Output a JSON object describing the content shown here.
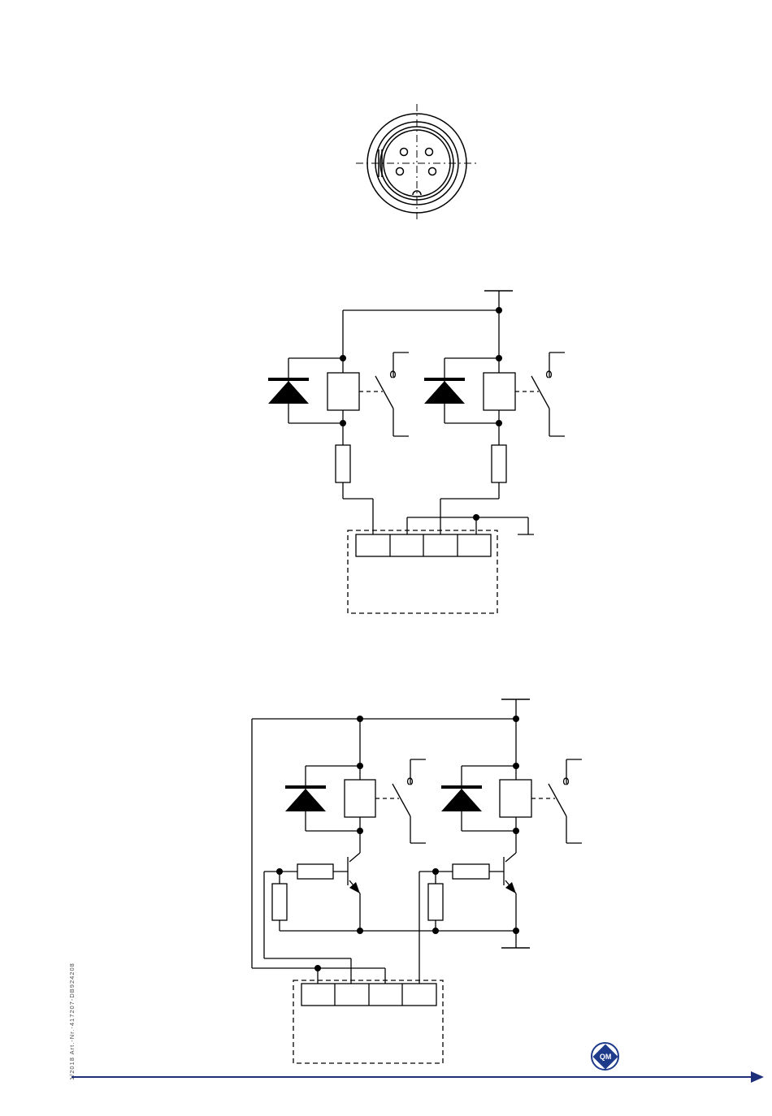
{
  "document": {
    "side_code": "1/2018 Art.-Nr.-417207-DB924208",
    "logo_text": "QM"
  },
  "colors": {
    "line": "#000000",
    "accent": "#1e2f7a",
    "background": "#ffffff"
  },
  "icons": [
    "connector-pinout-icon",
    "relay-circuit-diagram",
    "transistor-circuit-diagram",
    "qm-logo-icon",
    "next-page-arrow-icon"
  ]
}
